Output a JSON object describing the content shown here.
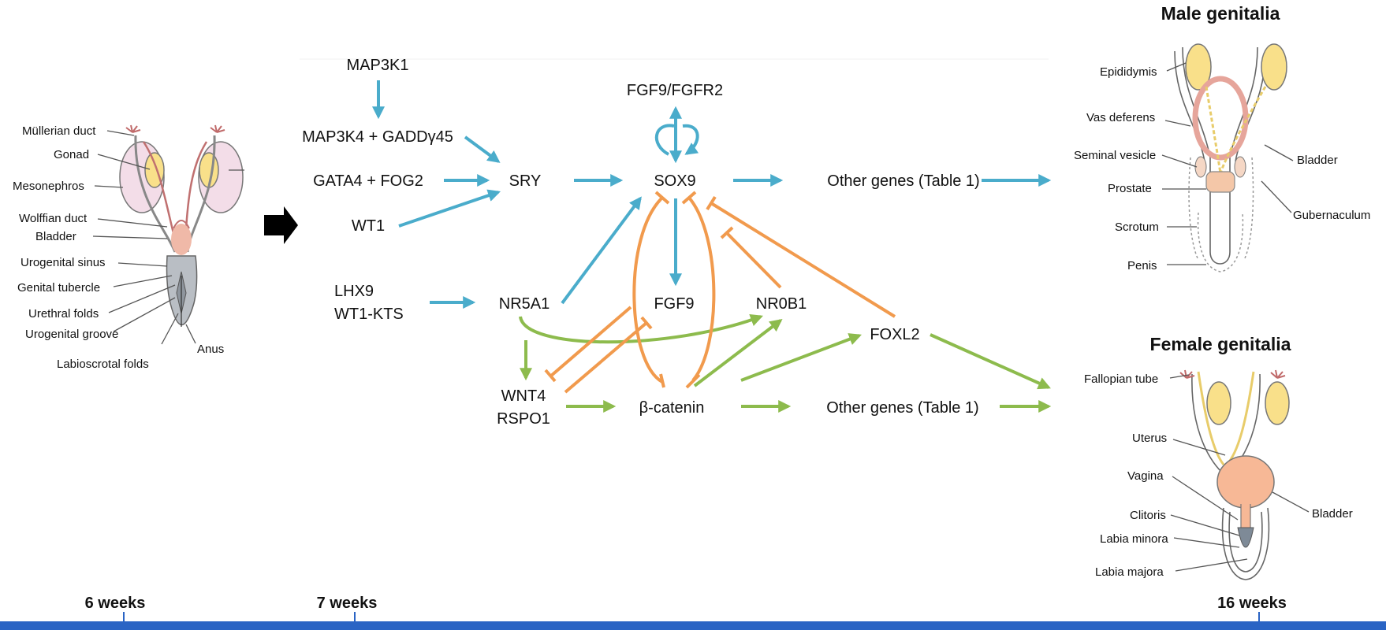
{
  "left_labels": {
    "mullerian_duct": "Müllerian duct",
    "gonad": "Gonad",
    "mesonephros": "Mesonephros",
    "wolffian_duct": "Wolffian duct",
    "bladder": "Bladder",
    "urogenital_sinus": "Urogenital sinus",
    "genital_tubercle": "Genital tubercle",
    "urethral_folds": "Urethral folds",
    "urogenital_groove": "Urogenital groove",
    "anus": "Anus",
    "labioscrotal_folds": "Labioscrotal folds"
  },
  "pathway": {
    "map3k1": "MAP3K1",
    "map3k4": "MAP3K4 + GADDγ45",
    "gata4": "GATA4 + FOG2",
    "wt1": "WT1",
    "sry": "SRY",
    "fgf9_fgfr2": "FGF9/FGFR2",
    "sox9": "SOX9",
    "other_genes_male": "Other genes (Table 1)",
    "lhx9": "LHX9",
    "wt1_kts": "WT1-KTS",
    "nr5a1": "NR5A1",
    "fgf9": "FGF9",
    "nr0b1": "NR0B1",
    "foxl2": "FOXL2",
    "wnt4": "WNT4",
    "rspo1": "RSPO1",
    "beta_catenin": "β-catenin",
    "other_genes_female": "Other genes (Table 1)"
  },
  "male": {
    "title": "Male genitalia",
    "epididymis": "Epididymis",
    "vas_deferens": "Vas deferens",
    "seminal_vesicle": "Seminal vesicle",
    "prostate": "Prostate",
    "scrotum": "Scrotum",
    "penis": "Penis",
    "bladder": "Bladder",
    "gubernaculum": "Gubernaculum"
  },
  "female": {
    "title": "Female genitalia",
    "fallopian_tube": "Fallopian tube",
    "uterus": "Uterus",
    "vagina": "Vagina",
    "clitoris": "Clitoris",
    "labia_minora": "Labia minora",
    "labia_majora": "Labia majora",
    "bladder": "Bladder"
  },
  "timeline": {
    "w6": "6 weeks",
    "w7": "7 weeks",
    "w16": "16 weeks"
  },
  "colors": {
    "male_path": "#4aaccb",
    "female_path": "#8dbb4d",
    "repression": "#f19a4d",
    "timeline_bar": "#2a64c4",
    "gonad": "#f9e08a",
    "mesonephros": "#f3dde8",
    "sinus": "#b9bec4",
    "bladder_female": "#f7b896"
  },
  "icons": {
    "transition_arrow": "right-arrow-icon"
  }
}
